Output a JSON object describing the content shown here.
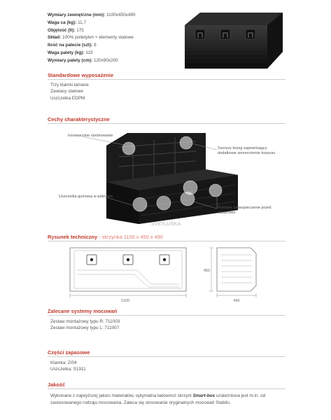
{
  "specs": [
    {
      "label": "Wymiary zewnętrzne (mm):",
      "value": "1100x450x490"
    },
    {
      "label": "Waga ca (kg):",
      "value": "11,7"
    },
    {
      "label": "Objętość (lt):",
      "value": "175"
    },
    {
      "label": "Skład:",
      "value": "100% polietylen + elementy stalowe"
    },
    {
      "label": "Ilość na palecie (szt):",
      "value": "8"
    },
    {
      "label": "Waga palety (kg):",
      "value": "115"
    },
    {
      "label": "Wymiary palety (cm):",
      "value": "120x90x200"
    }
  ],
  "standard": {
    "title": "Standardowe wyposażenie",
    "items": [
      "Trzy klamki łamane",
      "Zawiasy stalowe",
      "Uszczelka EDPM"
    ]
  },
  "features": {
    "title": "Cechy charakterystyczne",
    "callouts": {
      "ribbing": "Innowacyjne ożebrowanie",
      "edge": "Szerszy brzeg zapewniający dodatkowe wzmocnienie korpusu",
      "gasket": "Uszczelka gumowa w pokrywie",
      "protection": "Potrójne zabezpieczenie przed otwarciem"
    },
    "watermark": "SVETLUŠKA"
  },
  "technical": {
    "title": "Rysunek techniczny",
    "subtitle": "- skrzynka 1100 x 450 x 490",
    "dim_width": "1100",
    "dim_height": "450",
    "dim_depth": "490"
  },
  "mounting": {
    "title": "Zalecane systemy mocowań",
    "items": [
      "Zestaw montażowy typu R: 711003",
      "Zestaw montażowy typu L: 711007"
    ]
  },
  "spares": {
    "title": "Części zapasowe",
    "items": [
      "Klamka: Z/04",
      "Uszczelka: S1911"
    ]
  },
  "quality": {
    "title": "Jakość",
    "text_before": "Wykonane z najwyższej jakoci materiałów, optymalna ładownoć skrzyni ",
    "brand": "Smart-box",
    "text_after": " uzależniona jest m.in. od zastosowanego rodzaju mocowania. Zaleca się stosowanie oryginalnych mocowań Stabilo."
  }
}
